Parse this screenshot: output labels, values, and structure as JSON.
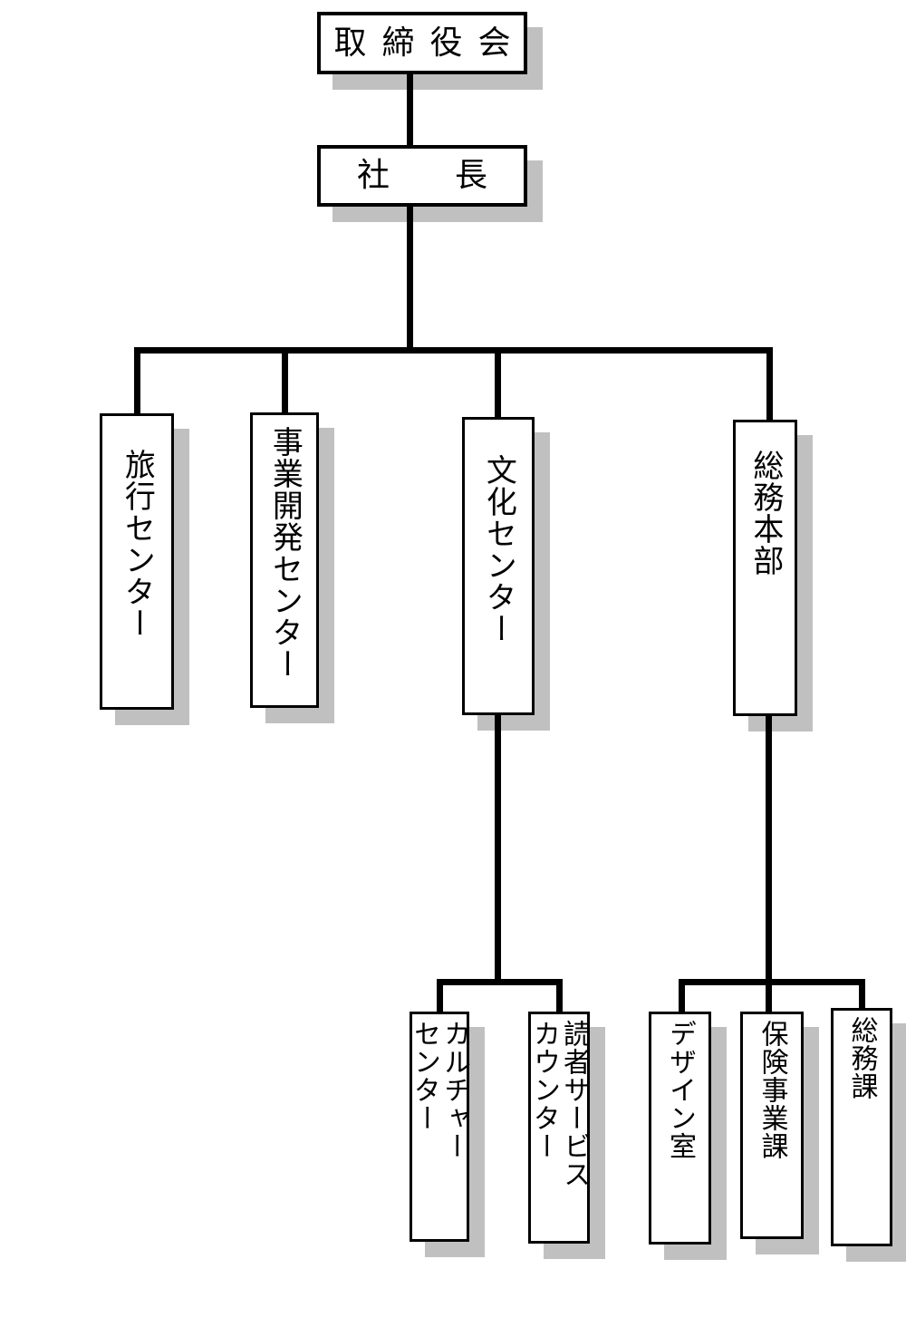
{
  "org_chart": {
    "type": "organization-chart",
    "colors": {
      "box_fill": "#ffffff",
      "box_border": "#000000",
      "line": "#000000",
      "shadow": "#c0c0c0",
      "text": "#000000"
    },
    "nodes": {
      "board": {
        "label": "取締役会"
      },
      "president": {
        "label": "社　　長"
      },
      "divisions": [
        {
          "label": "旅行センター",
          "children": []
        },
        {
          "label": "事業開発センター",
          "children": []
        },
        {
          "label": "文化センター",
          "children": [
            {
              "label": "カルチャー\nセンター"
            },
            {
              "label": "読者サービス\nカウンター"
            }
          ]
        },
        {
          "label": "総務本部",
          "children": [
            {
              "label": "デザイン室"
            },
            {
              "label": "保険事業課"
            },
            {
              "label": "総務課"
            }
          ]
        }
      ]
    }
  }
}
